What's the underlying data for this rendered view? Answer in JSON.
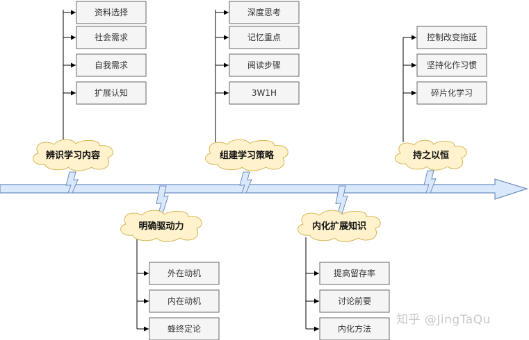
{
  "branches": [
    {
      "title": "辨识学习内容",
      "items": [
        "资料选择",
        "社会需求",
        "自我需求",
        "扩展认知"
      ]
    },
    {
      "title": "组建学习策略",
      "items": [
        "深度思考",
        "记忆重点",
        "阅读步骤",
        "3W1H"
      ]
    },
    {
      "title": "持之以恒",
      "items": [
        "控制改变拖延",
        "坚持化作习惯",
        "碎片化学习"
      ]
    },
    {
      "title": "明确驱动力",
      "items": [
        "外在动机",
        "内在动机",
        "蜂终定论"
      ]
    },
    {
      "title": "内化扩展知识",
      "items": [
        "提高留存率",
        "讨论前要",
        "内化方法"
      ]
    }
  ],
  "watermark": "知乎 @JingTaQu",
  "colors": {
    "spine_fill": "#dae8fc",
    "spine_stroke": "#6c8ebf",
    "cloud_fill": "#fff2cc",
    "cloud_stroke": "#d6b656",
    "box_fill": "#f5f5f5",
    "box_stroke": "#666666",
    "line": "#000000"
  }
}
